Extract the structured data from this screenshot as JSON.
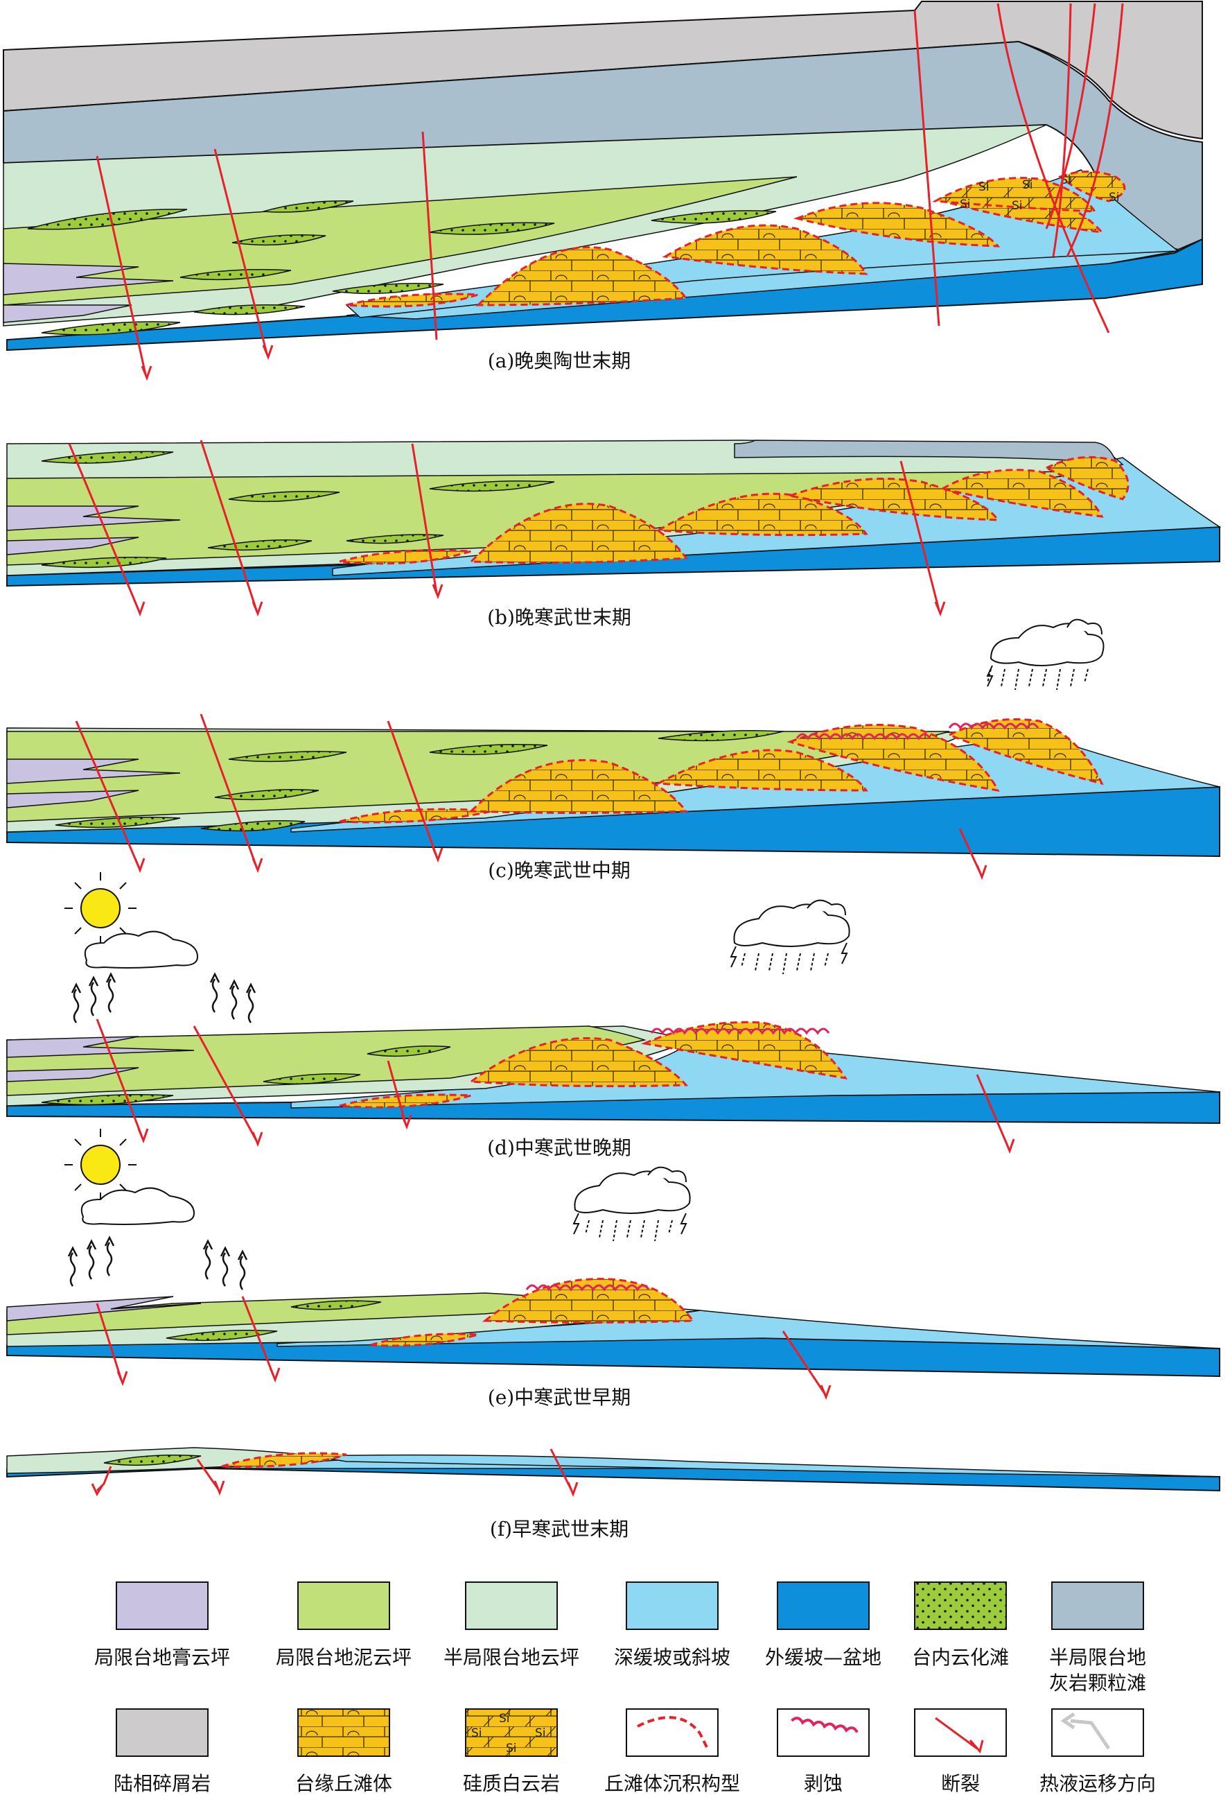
{
  "colors": {
    "gypsum": "#c9c2e0",
    "mud_dolomite": "#c2e07a",
    "semi_dolomite": "#cfe9d2",
    "deep_slope": "#8fd8f3",
    "outer_basin": "#0d8fdc",
    "dolomitized_shoal": "#9ccb3b",
    "grain_shoal": "#a9bfcd",
    "clastic": "#cdcbcb",
    "mound_shoal": "#f6c21a",
    "fault": "#e8202a",
    "dashed_red": "#e8202a",
    "erosion": "#e0245e",
    "sun": "#f9e814"
  },
  "panels": [
    {
      "id": "a",
      "caption": "(a)晚奥陶世末期"
    },
    {
      "id": "b",
      "caption": "(b)晚寒武世末期"
    },
    {
      "id": "c",
      "caption": "(c)晚寒武世中期"
    },
    {
      "id": "d",
      "caption": "(d)中寒武世晚期"
    },
    {
      "id": "e",
      "caption": "(e)中寒武世早期"
    },
    {
      "id": "f",
      "caption": "(f)早寒武世末期"
    }
  ],
  "si_label": "Si",
  "legend": [
    {
      "key": "gypsum",
      "label": "局限台地膏云坪",
      "label2": ""
    },
    {
      "key": "mud_dolomite",
      "label": "局限台地泥云坪",
      "label2": ""
    },
    {
      "key": "semi_dolomite",
      "label": "半局限台地云坪",
      "label2": ""
    },
    {
      "key": "deep_slope",
      "label": "深缓坡或斜坡",
      "label2": ""
    },
    {
      "key": "outer_basin",
      "label": "外缓坡—盆地",
      "label2": ""
    },
    {
      "key": "dolomitized_shoal",
      "label": "台内云化滩",
      "label2": ""
    },
    {
      "key": "grain_shoal",
      "label": "半局限台地",
      "label2": "灰岩颗粒滩"
    },
    {
      "key": "clastic",
      "label": "陆相碎屑岩",
      "label2": ""
    },
    {
      "key": "mound_shoal",
      "label": "台缘丘滩体",
      "label2": ""
    },
    {
      "key": "siliceous",
      "label": "硅质白云岩",
      "label2": ""
    },
    {
      "key": "architecture",
      "label": "丘滩体沉积构型",
      "label2": ""
    },
    {
      "key": "erosion",
      "label": "剥蚀",
      "label2": ""
    },
    {
      "key": "fault",
      "label": "断裂",
      "label2": ""
    },
    {
      "key": "fluid",
      "label": "热液运移方向",
      "label2": ""
    }
  ]
}
